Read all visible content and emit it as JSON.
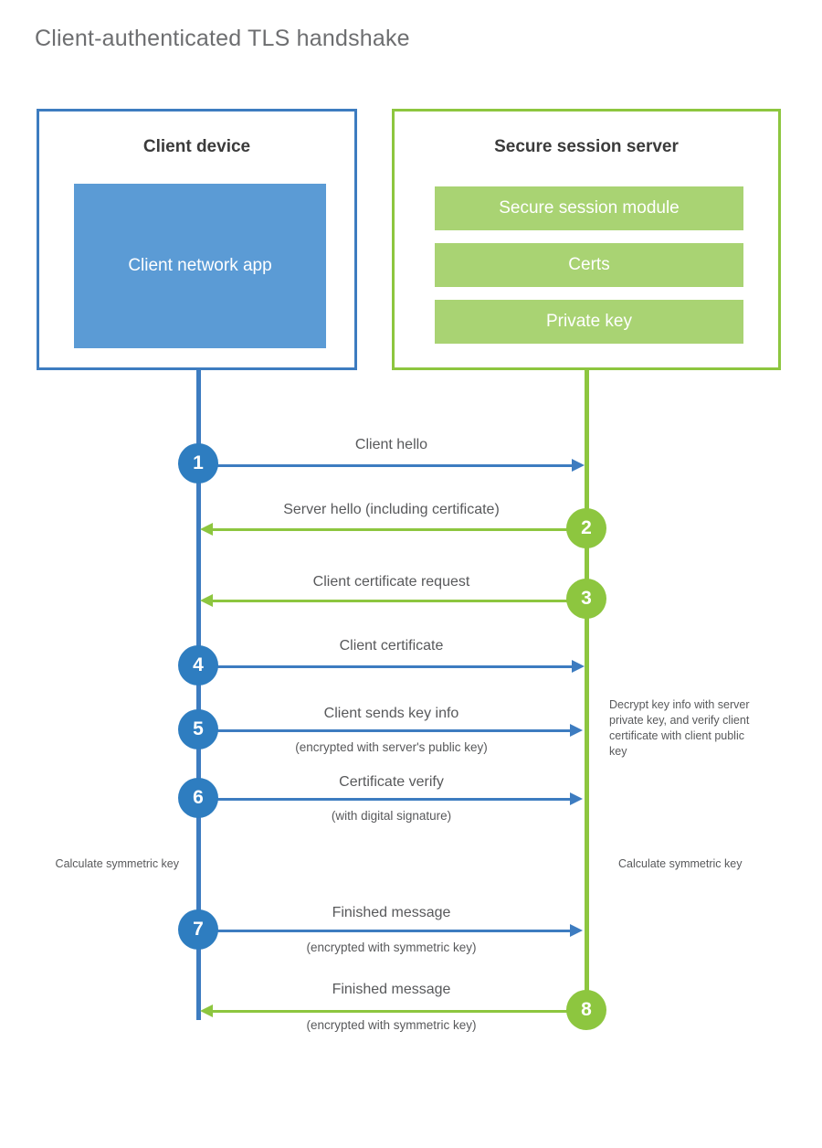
{
  "diagram": {
    "title": "Client-authenticated TLS handshake",
    "type": "sequence-diagram"
  },
  "actors": {
    "client": {
      "title": "Client device",
      "component": "Client network app",
      "border_color": "#3D7CC0",
      "component_color": "#5B9BD5"
    },
    "server": {
      "title": "Secure session server",
      "components": [
        "Secure session module",
        "Certs",
        "Private key"
      ],
      "border_color": "#8DC63F",
      "component_color": "#A9D373"
    }
  },
  "colors": {
    "blue": "#3D7CC0",
    "blue_circle": "#2E7DC0",
    "green": "#8DC63F",
    "green_fill": "#A9D373",
    "text": "#58595B",
    "title": "#6D6E70"
  },
  "steps": [
    {
      "number": "1",
      "label": "Client hello",
      "sub": "",
      "direction": "client-to-server",
      "color": "blue"
    },
    {
      "number": "2",
      "label": "Server hello (including certificate)",
      "sub": "",
      "direction": "server-to-client",
      "color": "green"
    },
    {
      "number": "3",
      "label": "Client certificate request",
      "sub": "",
      "direction": "server-to-client",
      "color": "green"
    },
    {
      "number": "4",
      "label": "Client certificate",
      "sub": "",
      "direction": "client-to-server",
      "color": "blue"
    },
    {
      "number": "5",
      "label": "Client sends key info",
      "sub": "(encrypted with server's public key)",
      "direction": "client-to-server",
      "color": "blue"
    },
    {
      "number": "6",
      "label": "Certificate verify",
      "sub": "(with digital signature)",
      "direction": "client-to-server",
      "color": "blue"
    },
    {
      "number": "7",
      "label": "Finished message",
      "sub": "(encrypted with symmetric key)",
      "direction": "client-to-server",
      "color": "blue"
    },
    {
      "number": "8",
      "label": "Finished message",
      "sub": "(encrypted with symmetric key)",
      "direction": "server-to-client",
      "color": "green"
    }
  ],
  "notes": {
    "server_decrypt": "Decrypt key info with server private key, and verify client certificate with client public key",
    "client_calculate": "Calculate symmetric key",
    "server_calculate": "Calculate symmetric key"
  }
}
